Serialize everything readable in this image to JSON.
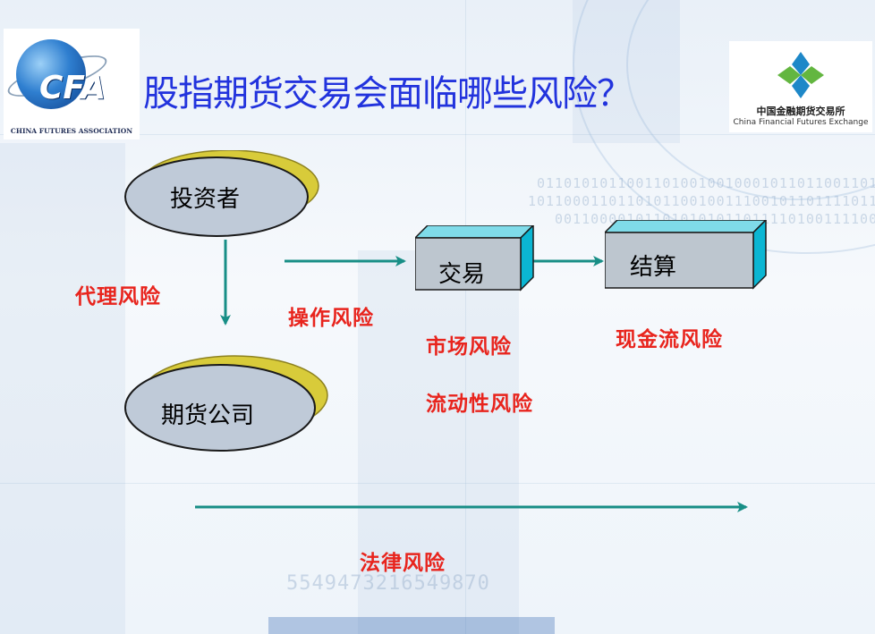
{
  "slide": {
    "title": "股指期货交易会面临哪些风险？"
  },
  "logos": {
    "left": {
      "mark": "CFA",
      "caption": "CHINA FUTURES ASSOCIATION"
    },
    "right": {
      "name_cn": "中国金融期货交易所",
      "name_en": "China Financial Futures Exchange"
    }
  },
  "diagram": {
    "nodes": {
      "investor": "投资者",
      "futures_company": "期货公司",
      "trading": "交易",
      "settlement": "结算"
    },
    "risks": {
      "agency": "代理风险",
      "operational": "操作风险",
      "market": "市场风险",
      "cash_flow": "现金流风险",
      "liquidity": "流动性风险",
      "legal": "法律风险"
    }
  },
  "colors": {
    "title": "#2233dd",
    "risk_text": "#e8241d",
    "arrow": "#178e86",
    "disc_face": "#bfcad8",
    "disc_rim": "#d8cb3a",
    "box_face": "#bdc6cf",
    "box_side": "#0bb6d3"
  }
}
